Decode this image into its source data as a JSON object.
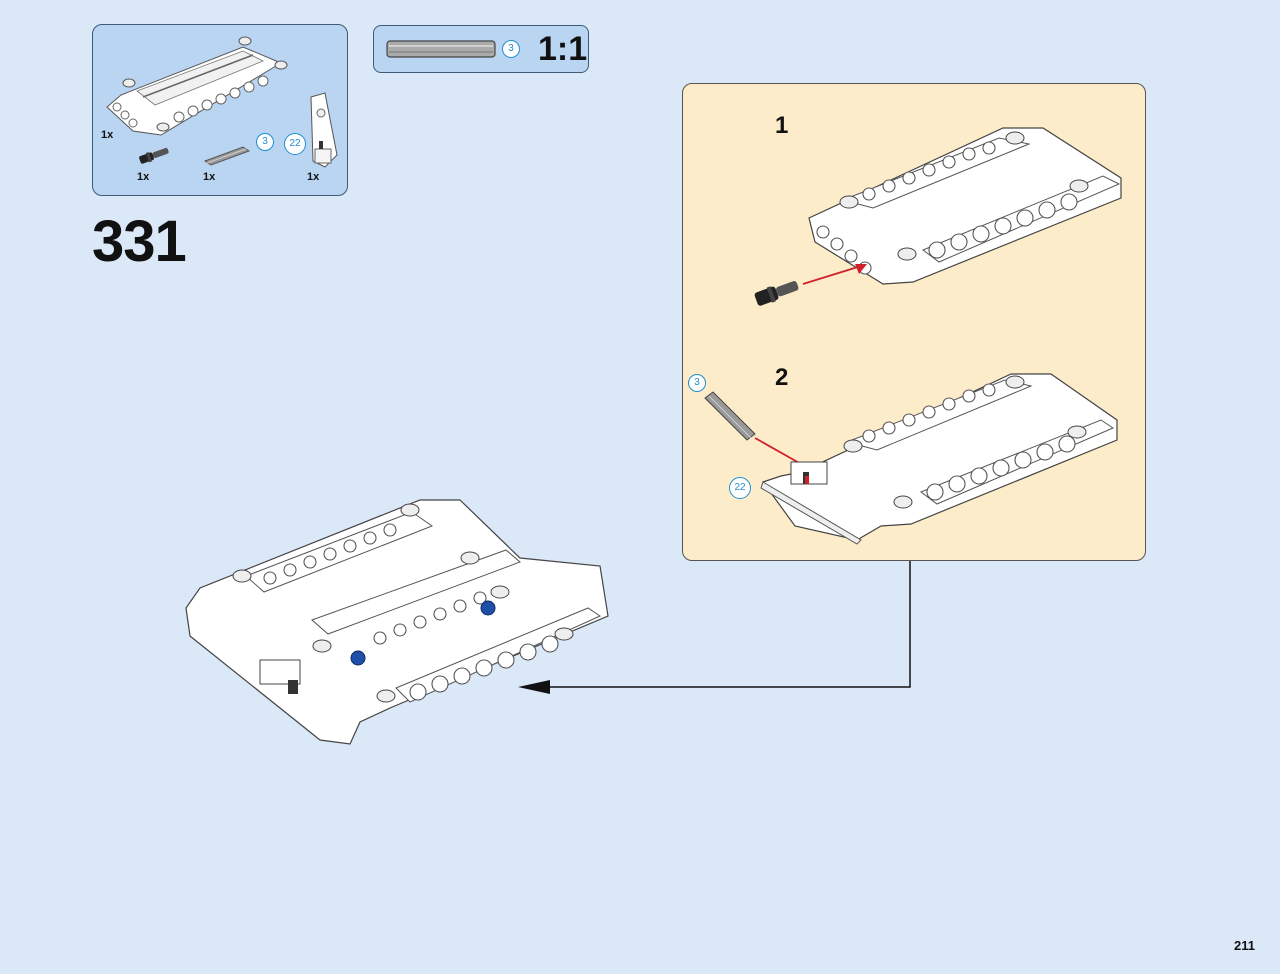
{
  "parts_list": {
    "items": [
      {
        "name": "panel-frame",
        "qty": "1x"
      },
      {
        "name": "connector-pin",
        "qty": "1x"
      },
      {
        "name": "axle",
        "qty": "1x",
        "length": "3"
      },
      {
        "name": "angled-connector",
        "qty": "1x",
        "length": "22"
      }
    ]
  },
  "scale_callout": {
    "length": "3",
    "label": "1:1"
  },
  "step": {
    "number": "331"
  },
  "substeps": [
    {
      "number": "1"
    },
    {
      "number": "2",
      "axle_length": "3",
      "part_size": "22"
    }
  ],
  "colors": {
    "background": "#dbe8f7",
    "callout_fill": "#b9d5f1",
    "substep_fill": "#fdecc9",
    "badge_blue": "#1f8fd0",
    "arrow_red": "#d0202a"
  },
  "icons": [
    "panel-frame-icon",
    "connector-pin-icon",
    "axle-icon",
    "angled-connector-icon",
    "assembly-arrow-icon"
  ],
  "page": {
    "number": "211"
  }
}
